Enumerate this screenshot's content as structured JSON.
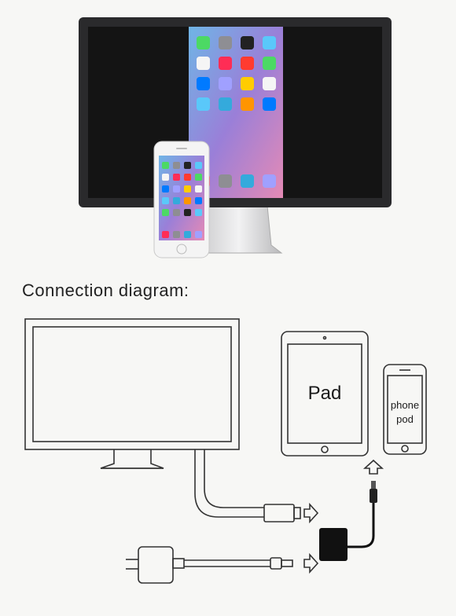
{
  "caption": "Connection diagram:",
  "devices": {
    "tablet_label": "Pad",
    "phone_label_line1": "phone",
    "phone_label_line2": "pod"
  },
  "colors": {
    "monitor_frame": "#2a2a2c",
    "monitor_screen": "#141414",
    "adapter": "#111111",
    "line": "#333333"
  },
  "icons": [
    "monitor",
    "tablet",
    "phone",
    "lightning-cable",
    "hdmi-cable",
    "power-adapter",
    "adapter-box",
    "arrow"
  ]
}
